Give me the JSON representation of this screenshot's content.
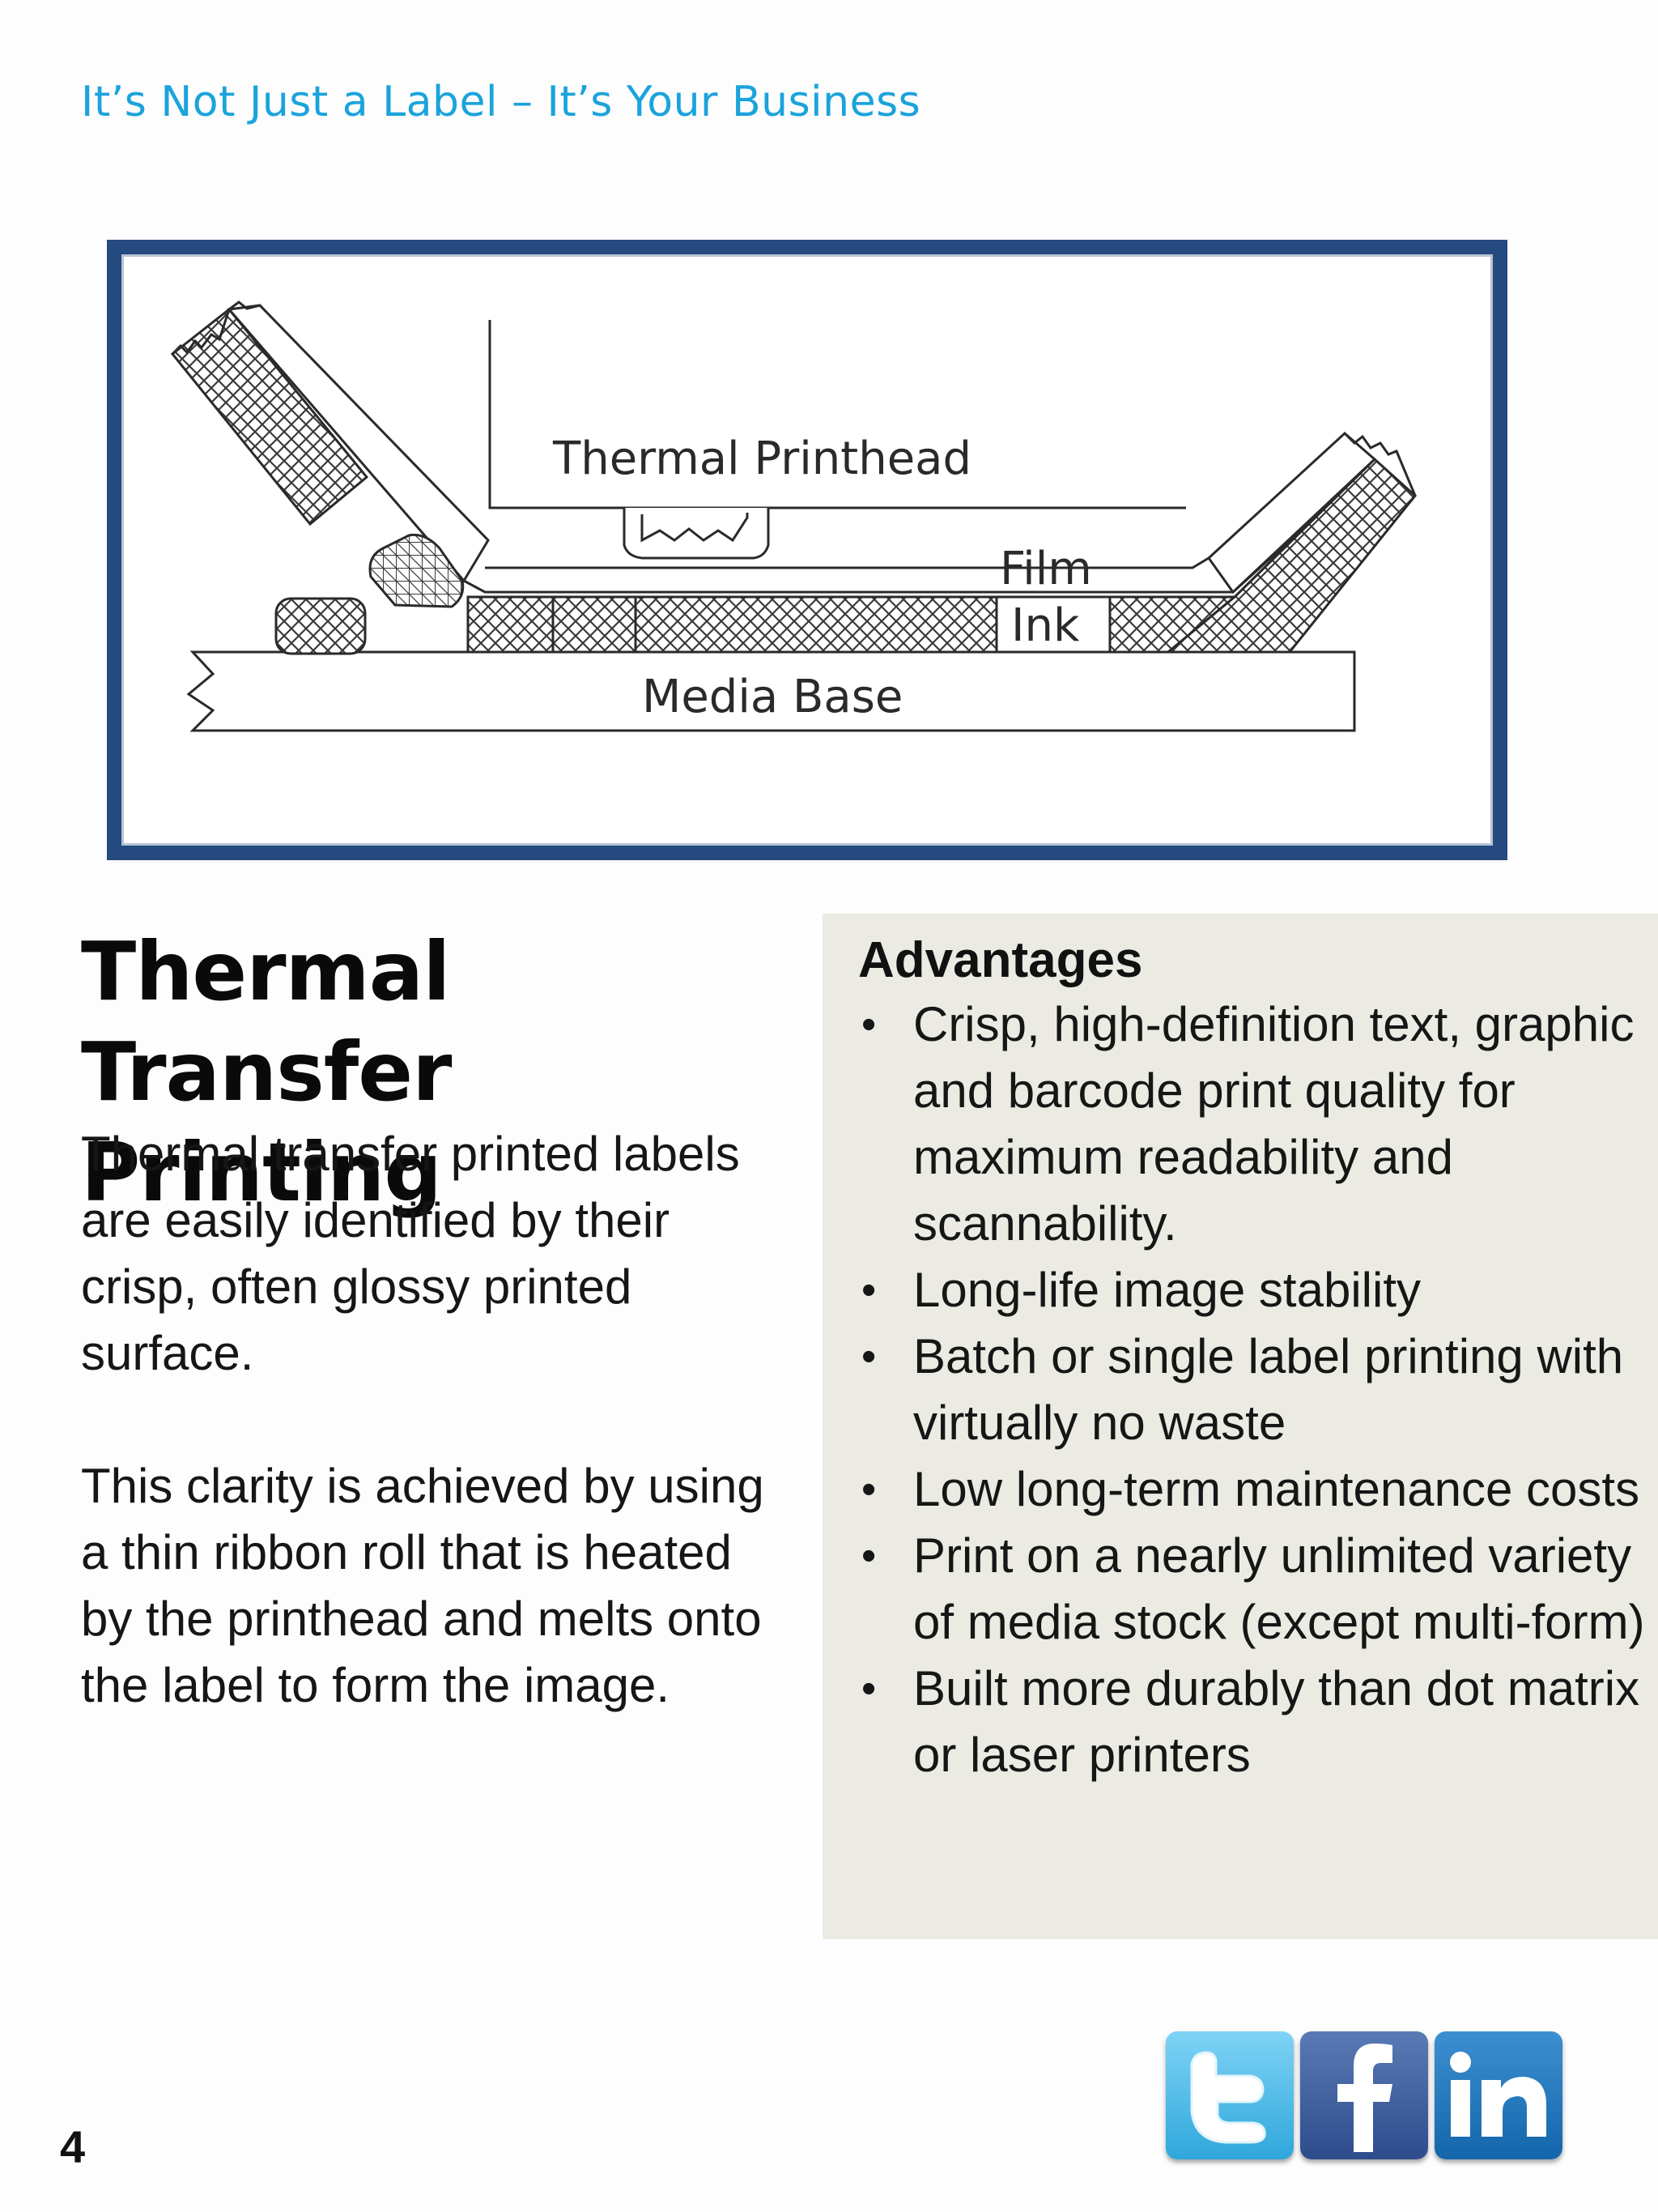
{
  "header": {
    "tagline": "It’s Not Just a Label – It’s Your Business"
  },
  "diagram": {
    "labels": {
      "printhead": "Thermal Printhead",
      "film": "Film",
      "ink": "Ink",
      "media": "Media Base"
    }
  },
  "main": {
    "heading": "Thermal Transfer Printing",
    "paragraph_1": "Thermal transfer printed labels are easily identified by their crisp, often glossy printed surface.",
    "paragraph_2": "This clarity is achieved by using a thin ribbon roll that is heated by the printhead and melts onto the label to form the image."
  },
  "advantages": {
    "title": "Advantages",
    "bullet_char": "•",
    "items": [
      "Crisp, high-definition text, graphic and barcode print quality for maximum readability and scannability.",
      "Long-life image stability",
      "Batch or single label printing with virtually no waste",
      "Low long-term maintenance costs",
      "Print on a nearly unlimited variety of media stock (except multi-form)",
      "Built more durably than dot matrix or laser printers"
    ]
  },
  "social": {
    "icons": [
      "twitter-icon",
      "facebook-icon",
      "linkedin-icon"
    ],
    "colors": {
      "twitter": "#2fa7dc",
      "facebook": "#2e4c8c",
      "linkedin": "#1466ab"
    }
  },
  "footer": {
    "page_number": "4"
  },
  "colors": {
    "accent": "#1aa3dc",
    "frame": "#244a80",
    "panel": "#ebebe3"
  }
}
